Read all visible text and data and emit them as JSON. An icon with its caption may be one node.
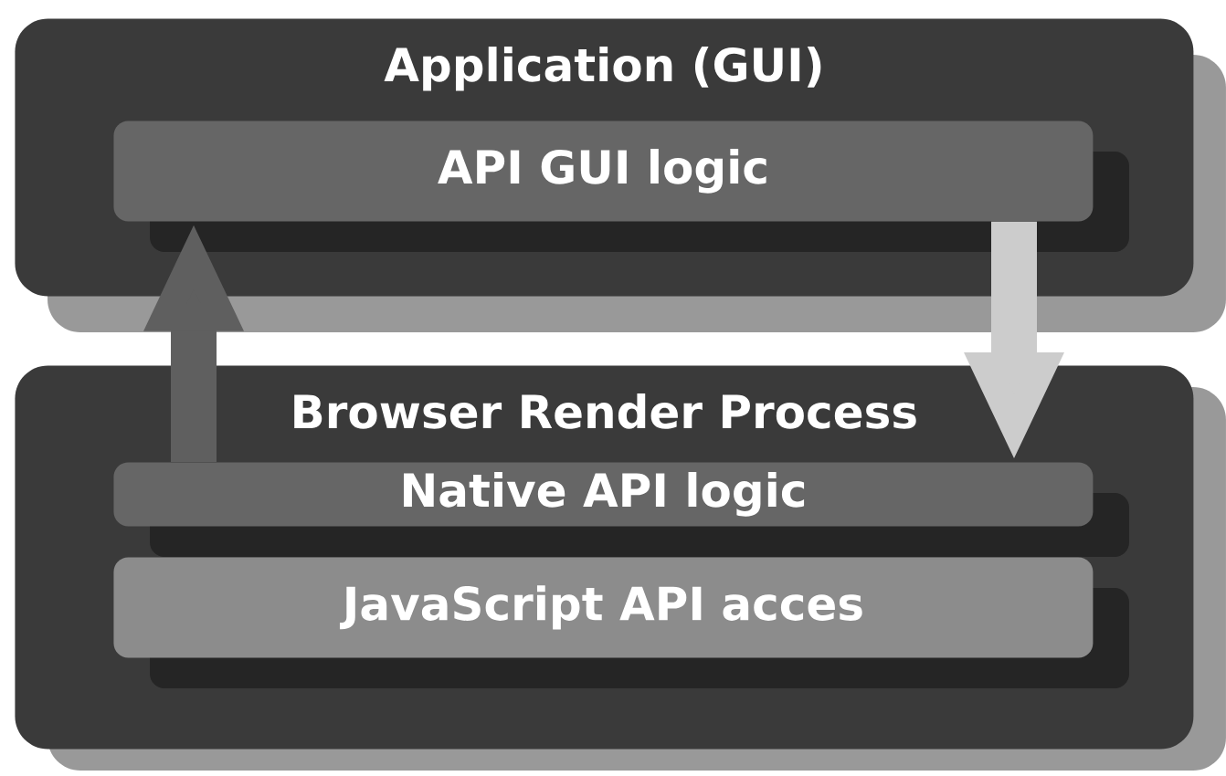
{
  "diagram": {
    "nodes": [
      {
        "text": [
          "Application (GUI)"
        ]
      },
      {
        "text": [
          "API GUI logic"
        ],
        "in": 0
      },
      {
        "text": [
          "Browser Render Process"
        ]
      },
      {
        "text": [
          "Native API logic"
        ],
        "in": 2
      },
      {
        "text": [
          "JavaScript API acces"
        ],
        "in": 2
      }
    ],
    "edges": [
      {
        "from": 3,
        "to": 1,
        "arrow": "to",
        "color": "#5f5f5f"
      },
      {
        "from": 1,
        "to": 3,
        "arrow": "to",
        "color": "#cccccc"
      }
    ]
  }
}
